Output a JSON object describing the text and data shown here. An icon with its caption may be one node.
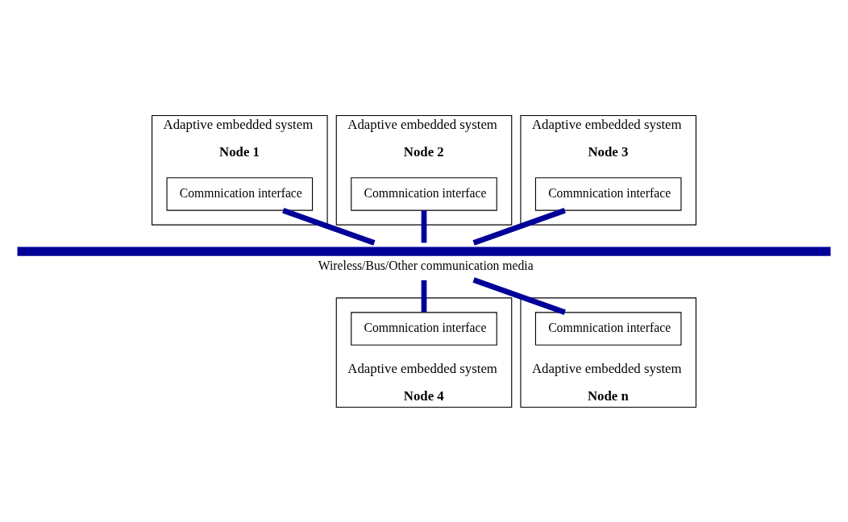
{
  "diagram": {
    "nodes": [
      {
        "text": [
          "Adaptive embedded system",
          "Node 1"
        ]
      },
      {
        "text": [
          "Commnication interface"
        ],
        "in": 0
      },
      {
        "text": [
          "Adaptive embedded system",
          "Node 2"
        ]
      },
      {
        "text": [
          "Commnication interface"
        ],
        "in": 2
      },
      {
        "text": [
          "Adaptive embedded system",
          "Node 3"
        ]
      },
      {
        "text": [
          "Commnication interface"
        ],
        "in": 4
      },
      {
        "text": [],
        "shape": "bar",
        "beside": [
          "Wireless/Bus/Other communication media"
        ]
      },
      {
        "text": [
          "Adaptive embedded system",
          "Node 4"
        ]
      },
      {
        "text": [
          "Commnication interface"
        ],
        "in": 7
      },
      {
        "text": [
          "Adaptive embedded system",
          "Node n"
        ]
      },
      {
        "text": [
          "Commnication interface"
        ],
        "in": 9
      }
    ],
    "edges": [
      {
        "from": 1,
        "to": 6,
        "arrow": "none"
      },
      {
        "from": 3,
        "to": 6,
        "arrow": "none"
      },
      {
        "from": 5,
        "to": 6,
        "arrow": "none"
      },
      {
        "from": 6,
        "to": 8,
        "arrow": "none"
      },
      {
        "from": 6,
        "to": 10,
        "arrow": "none"
      }
    ]
  }
}
